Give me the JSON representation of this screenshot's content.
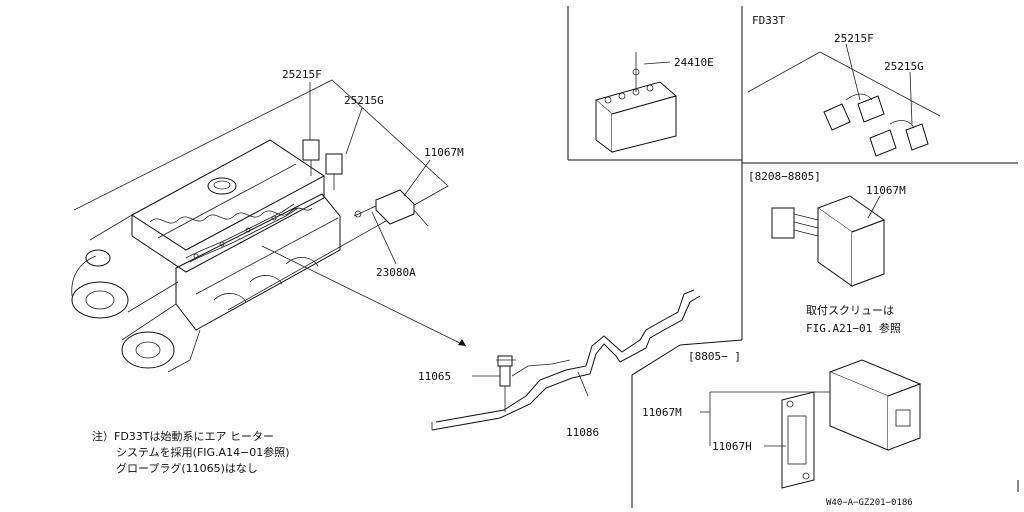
{
  "diagram": {
    "main_labels": {
      "p25215f": "25215F",
      "p25215g": "25215G",
      "p11067m": "11067M",
      "p23080a": "23080A",
      "p11065": "11065",
      "p11086": "11086"
    },
    "battery_box": {
      "p24410e": "24410E"
    },
    "fd33t_box": {
      "title": "FD33T",
      "p25215f": "25215F",
      "p25215g": "25215G"
    },
    "range_1_box": {
      "range": "[8208−8805]",
      "p11067m": "11067M",
      "note_line1": "取付スクリューは",
      "note_line2": "FIG.A21−01 参照"
    },
    "range_2_box": {
      "range": "[8805−      ]",
      "p11067m": "11067M",
      "p11067h": "11067H"
    },
    "footnote": {
      "line1": "注）FD33Tは始動系にエア ヒーター",
      "line2": "システムを採用(FIG.A14−01参照)",
      "line3": "グロープラグ(11065)はなし"
    },
    "drawing_code": "W40−A−GZ201−0186"
  }
}
